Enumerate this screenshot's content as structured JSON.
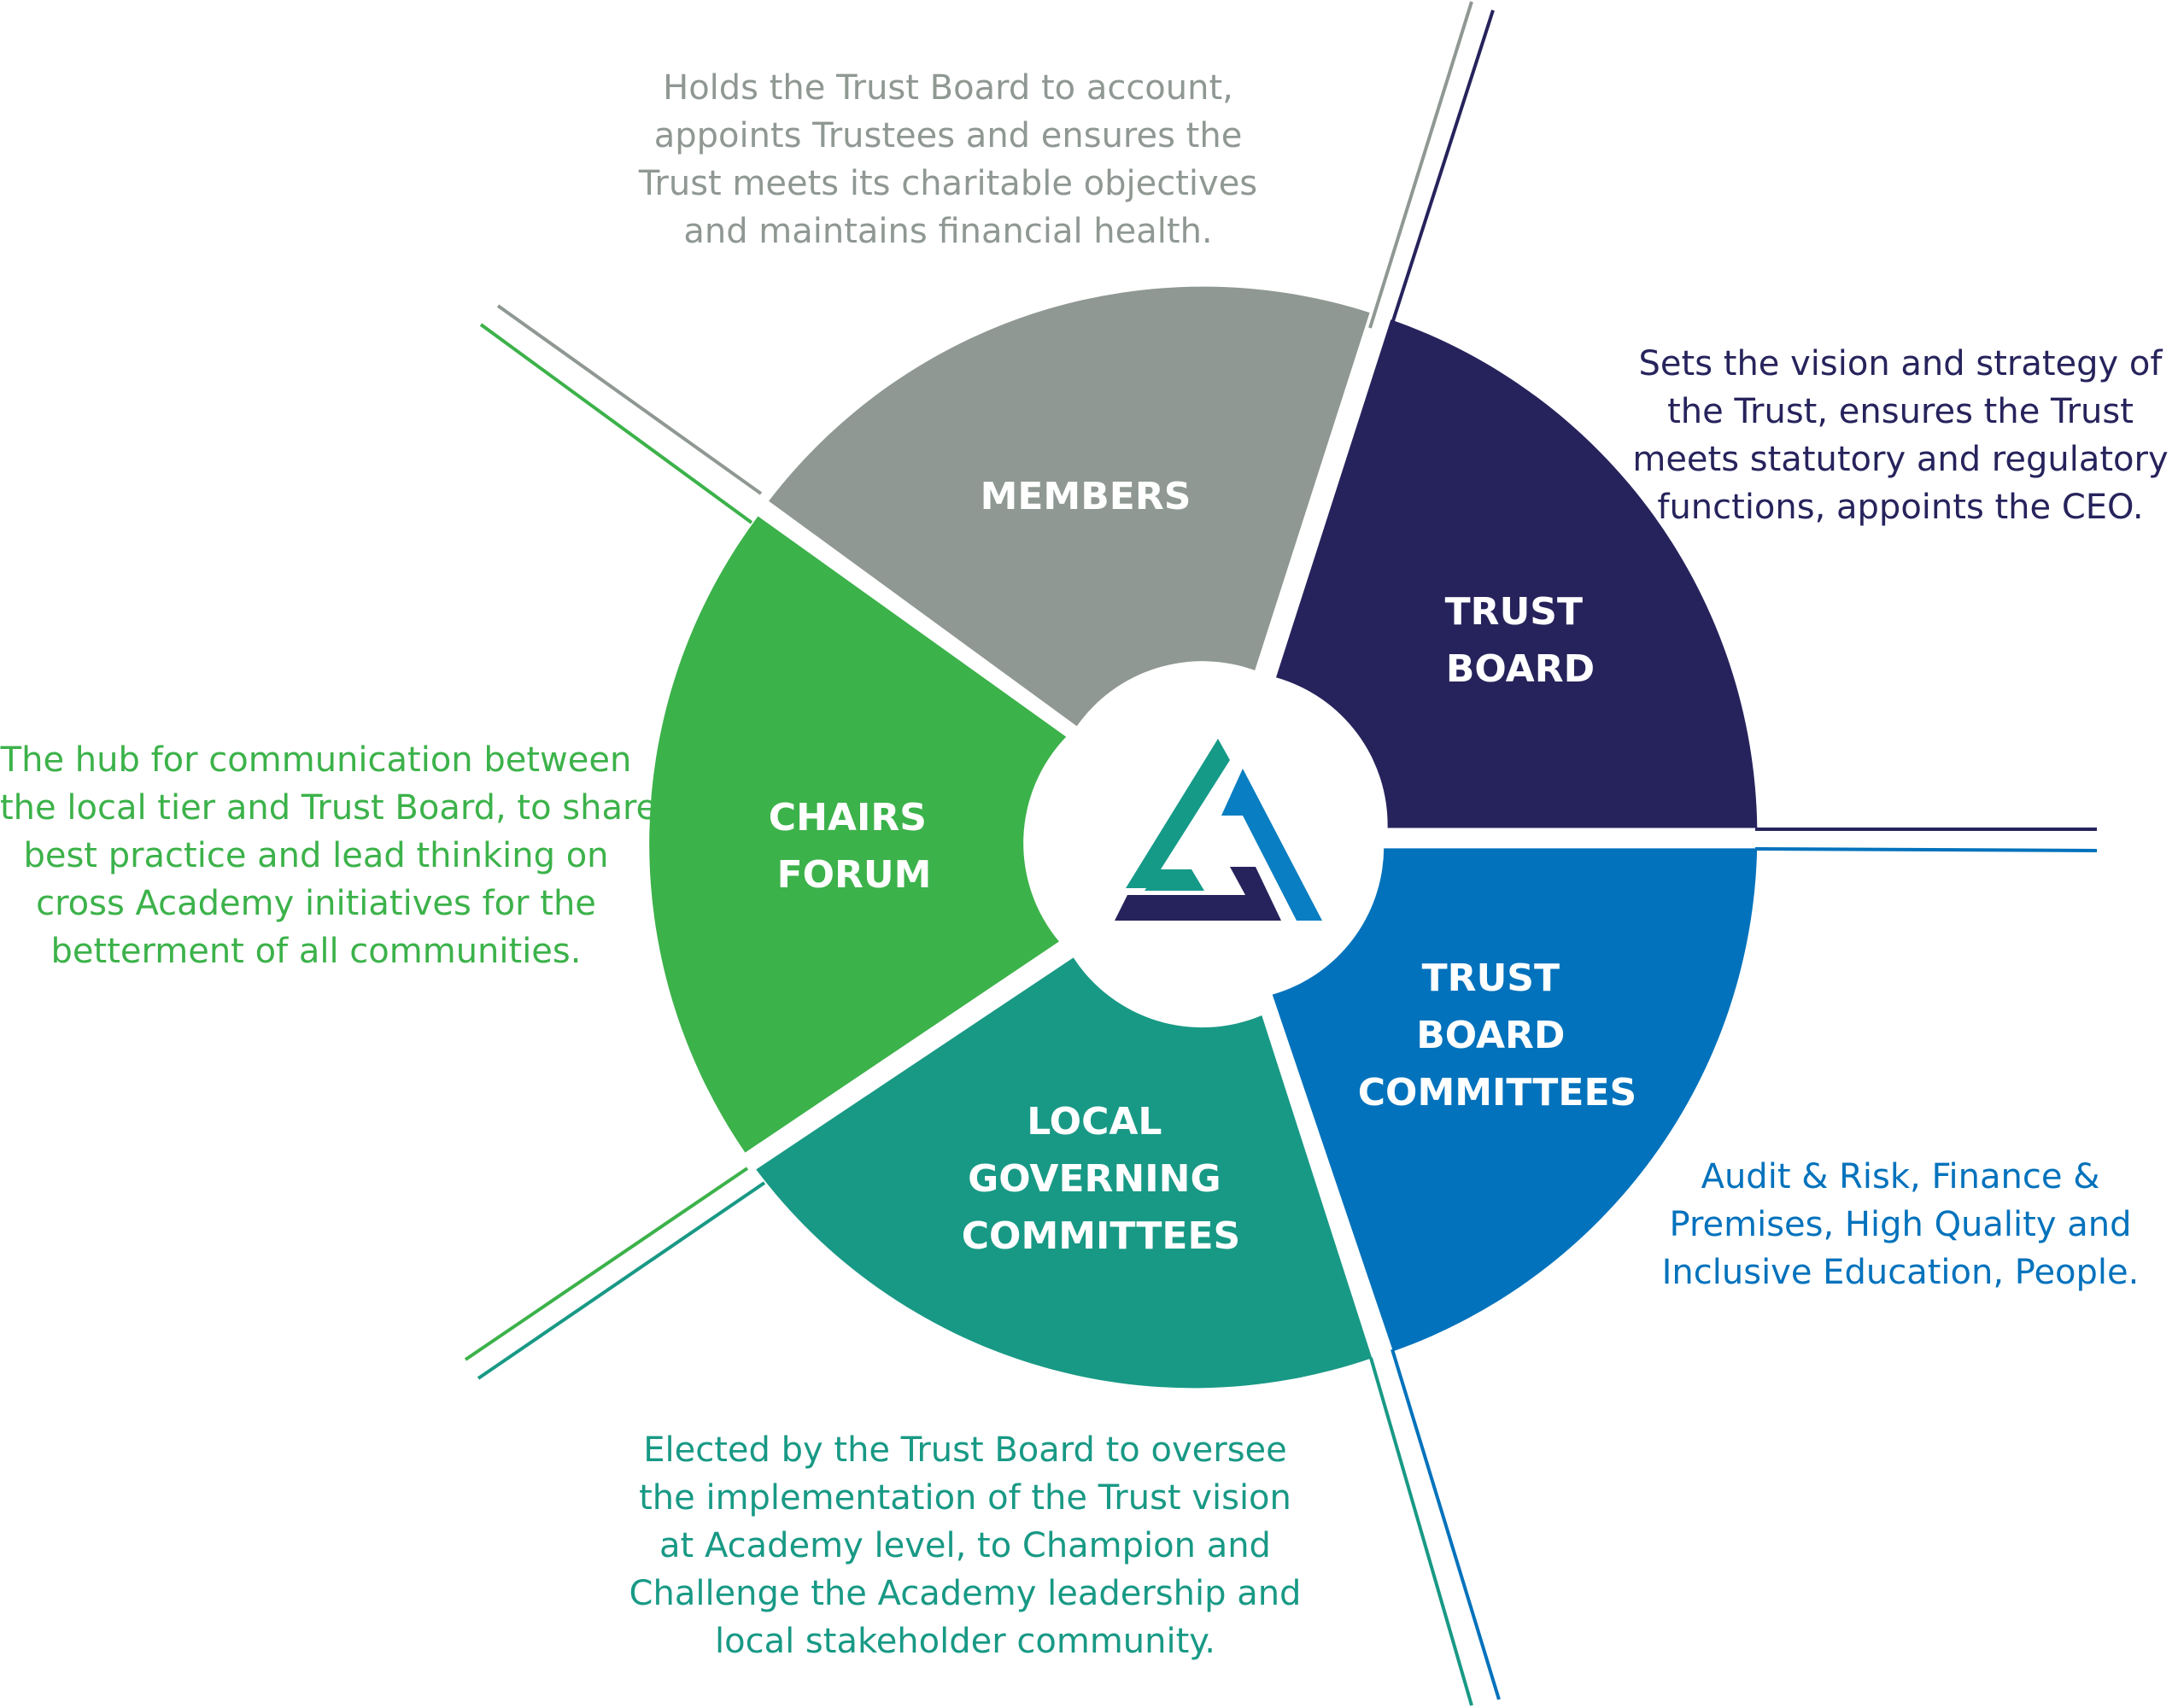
{
  "colors": {
    "members": "#8f9892",
    "trust_board": "#26235c",
    "trust_board_committees": "#0272bc",
    "local_governing": "#189985",
    "chairs_forum": "#3cb24a",
    "logo_navy": "#26235c",
    "logo_blue": "#0a7ec2",
    "logo_teal": "#159a88"
  },
  "logo": {
    "icon": "triangle-logo-icon"
  },
  "segments": [
    {
      "id": "members",
      "label_lines": [
        "MEMBERS"
      ],
      "description_lines": [
        "Holds the Trust Board to account,",
        "appoints Trustees and ensures the",
        "Trust meets its charitable objectives",
        "and maintains financial health."
      ]
    },
    {
      "id": "trust-board",
      "label_lines": [
        "TRUST",
        "BOARD"
      ],
      "description_lines": [
        "Sets the vision and strategy of",
        "the Trust, ensures the Trust",
        "meets statutory and regulatory",
        "functions, appoints the CEO."
      ]
    },
    {
      "id": "trust-board-committees",
      "label_lines": [
        "TRUST",
        "BOARD",
        "COMMITTEES"
      ],
      "description_lines": [
        "Audit & Risk, Finance &",
        "Premises, High Quality and",
        "Inclusive Education, People."
      ]
    },
    {
      "id": "local-governing-committees",
      "label_lines": [
        "LOCAL",
        "GOVERNING",
        "COMMITTEES"
      ],
      "description_lines": [
        "Elected by the Trust Board to oversee",
        "the implementation of the Trust vision",
        "at Academy level, to Champion and",
        "Challenge the Academy leadership and",
        "local stakeholder community."
      ]
    },
    {
      "id": "chairs-forum",
      "label_lines": [
        "CHAIRS",
        "FORUM"
      ],
      "description_lines": [
        "The hub for communication between",
        "the local tier and Trust Board, to share",
        "best practice and lead thinking on",
        "cross Academy initiatives for the",
        "betterment of all communities."
      ]
    }
  ]
}
